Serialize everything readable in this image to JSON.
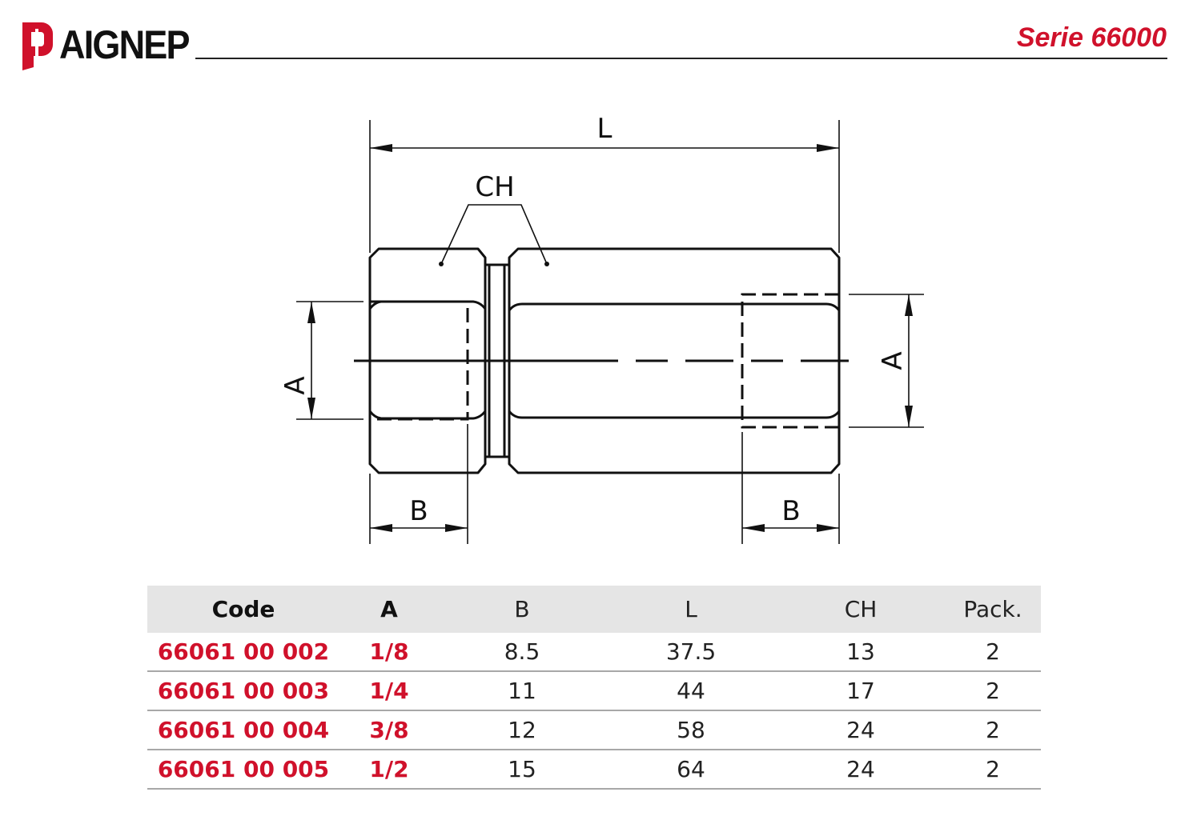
{
  "header": {
    "brand": "AIGNEP",
    "series": "Serie 66000",
    "brand_color": "#d0112b"
  },
  "drawing": {
    "labels": {
      "length": "L",
      "hex": "CH",
      "thread_left": "A",
      "thread_right": "A",
      "depth_left": "B",
      "depth_right": "B"
    }
  },
  "table": {
    "columns": [
      "Code",
      "A",
      "B",
      "L",
      "CH",
      "Pack."
    ],
    "rows": [
      [
        "66061 00 002",
        "1/8",
        "8.5",
        "37.5",
        "13",
        "2"
      ],
      [
        "66061 00 003",
        "1/4",
        "11",
        "44",
        "17",
        "2"
      ],
      [
        "66061 00 004",
        "3/8",
        "12",
        "58",
        "24",
        "2"
      ],
      [
        "66061 00 005",
        "1/2",
        "15",
        "64",
        "24",
        "2"
      ]
    ]
  }
}
